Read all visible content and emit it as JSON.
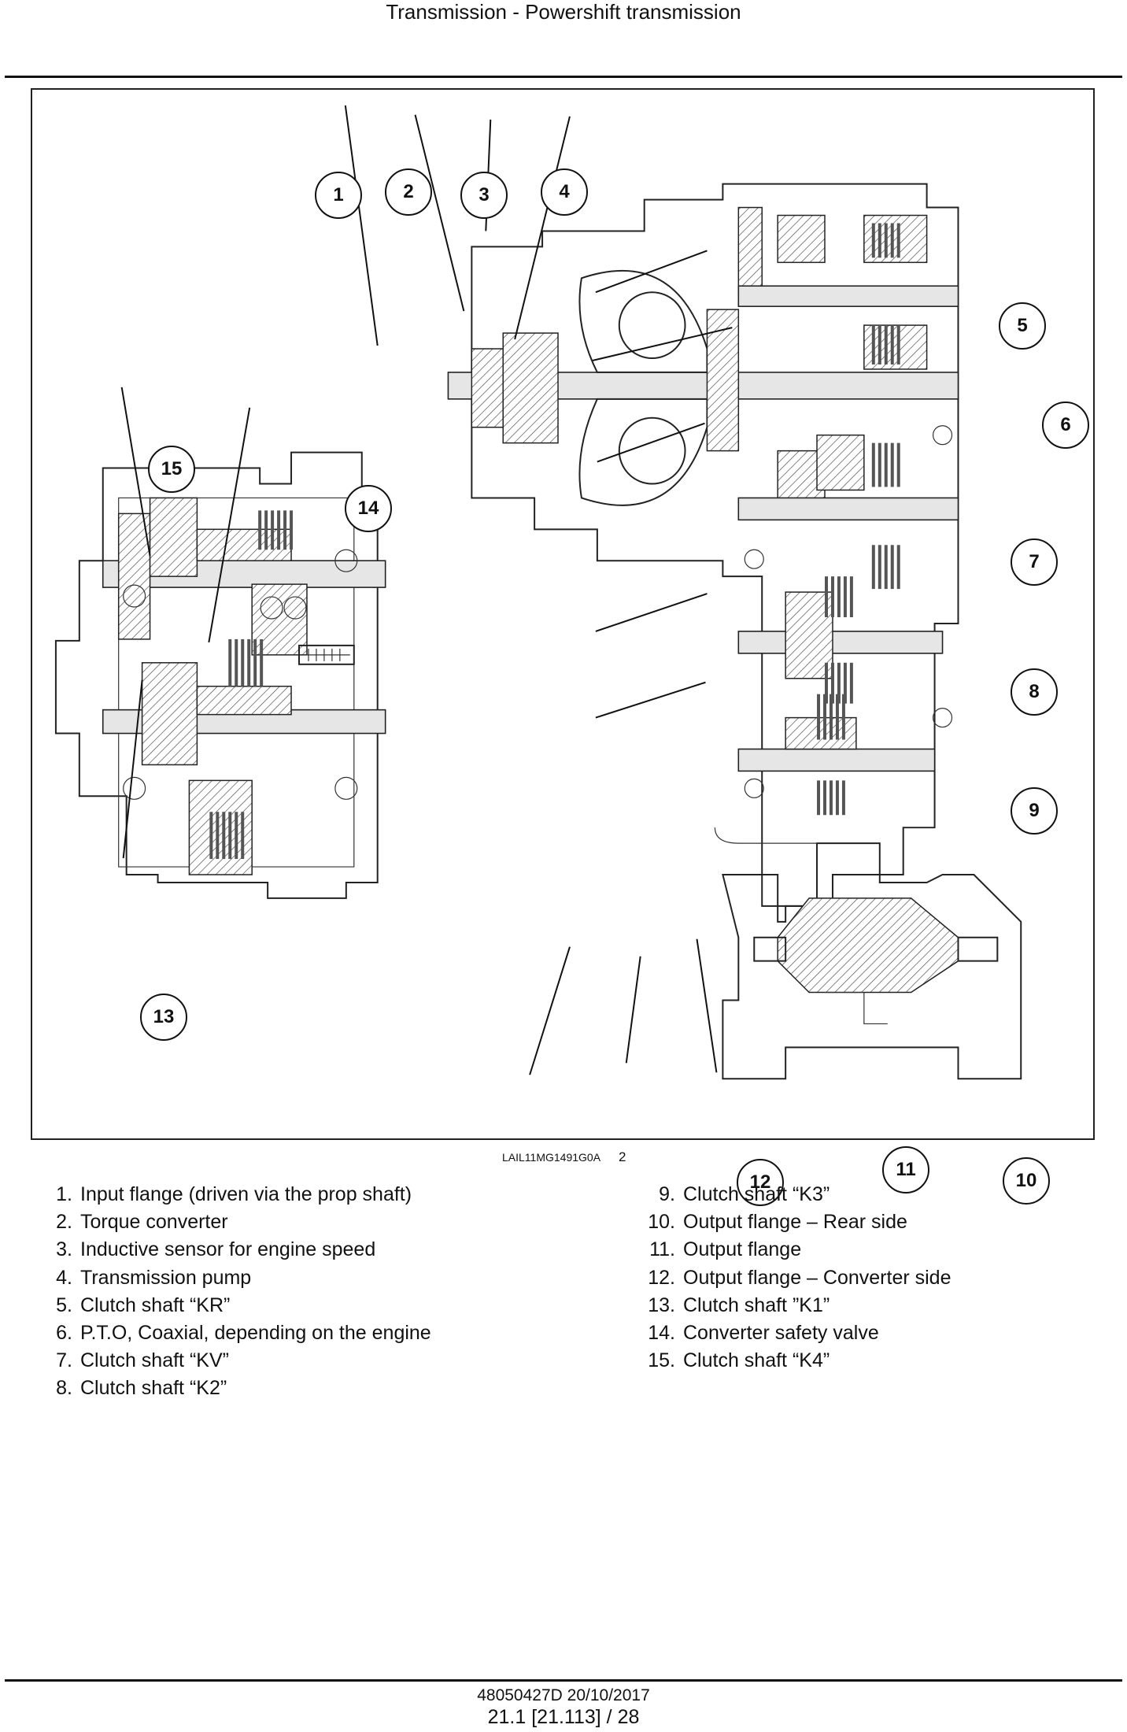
{
  "header": {
    "title": "Transmission - Powershift transmission"
  },
  "figure": {
    "code": "LAIL11MG1491G0A",
    "number": "2",
    "callouts": [
      "1",
      "2",
      "3",
      "4",
      "5",
      "6",
      "7",
      "8",
      "9",
      "10",
      "11",
      "12",
      "13",
      "14",
      "15"
    ]
  },
  "legend": {
    "left": [
      {
        "n": "1.",
        "text": "Input flange (driven via the prop shaft)"
      },
      {
        "n": "2.",
        "text": "Torque converter"
      },
      {
        "n": "3.",
        "text": "Inductive sensor for engine speed"
      },
      {
        "n": "4.",
        "text": "Transmission pump"
      },
      {
        "n": "5.",
        "text": "Clutch shaft “KR”"
      },
      {
        "n": "6.",
        "text": "P.T.O, Coaxial, depending on the engine"
      },
      {
        "n": "7.",
        "text": "Clutch shaft “KV”"
      },
      {
        "n": "8.",
        "text": "Clutch shaft “K2”"
      }
    ],
    "right": [
      {
        "n": "9.",
        "text": "Clutch shaft “K3”"
      },
      {
        "n": "10.",
        "text": "Output flange – Rear side"
      },
      {
        "n": "11.",
        "text": "Output flange"
      },
      {
        "n": "12.",
        "text": "Output flange – Converter side"
      },
      {
        "n": "13.",
        "text": "Clutch shaft ”K1”"
      },
      {
        "n": "14.",
        "text": "Converter safety valve"
      },
      {
        "n": "15.",
        "text": "Clutch shaft “K4”"
      }
    ]
  },
  "footer": {
    "doc_id": "48050427D 20/10/2017",
    "page": "21.1 [21.113] / 28"
  }
}
